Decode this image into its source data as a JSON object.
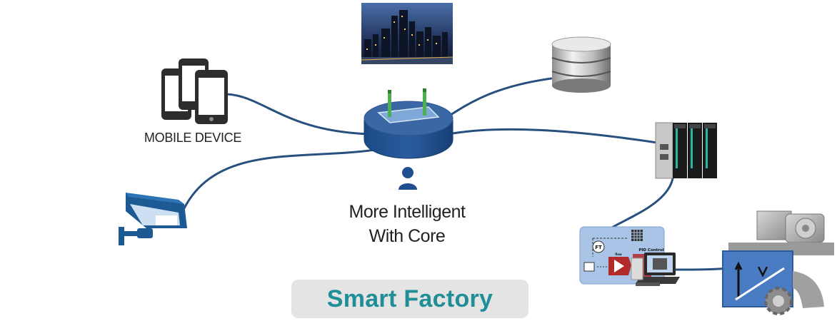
{
  "labels": {
    "mobile_device": "MOBILE DEVICE",
    "core_line1": "More Intelligent",
    "core_line2": "With Core",
    "badge": "Smart Factory",
    "pid_control": "PID Control",
    "ft": "FT",
    "flow": "flow"
  },
  "colors": {
    "cable": "#27507f",
    "core_top": "#3b68a5",
    "core_side": "#1f4f8f",
    "badge_bg": "#e4e4e4",
    "badge_text": "#1f8e96",
    "camera": "#1d5a93",
    "panel": "#a9c4e6",
    "machine_panel": "#4a7cc4",
    "antenna": "#4caf50"
  },
  "icons": {
    "city": "city-photo",
    "database": "database-icon",
    "mobile": "mobile-devices-icon",
    "camera": "cctv-camera-icon",
    "core": "router-core-icon",
    "user": "user-icon",
    "plc": "plc-rack-icon",
    "hmi": "hmi-panel-icon",
    "laptop": "laptop-icon",
    "machine": "machine-gear-icon"
  }
}
